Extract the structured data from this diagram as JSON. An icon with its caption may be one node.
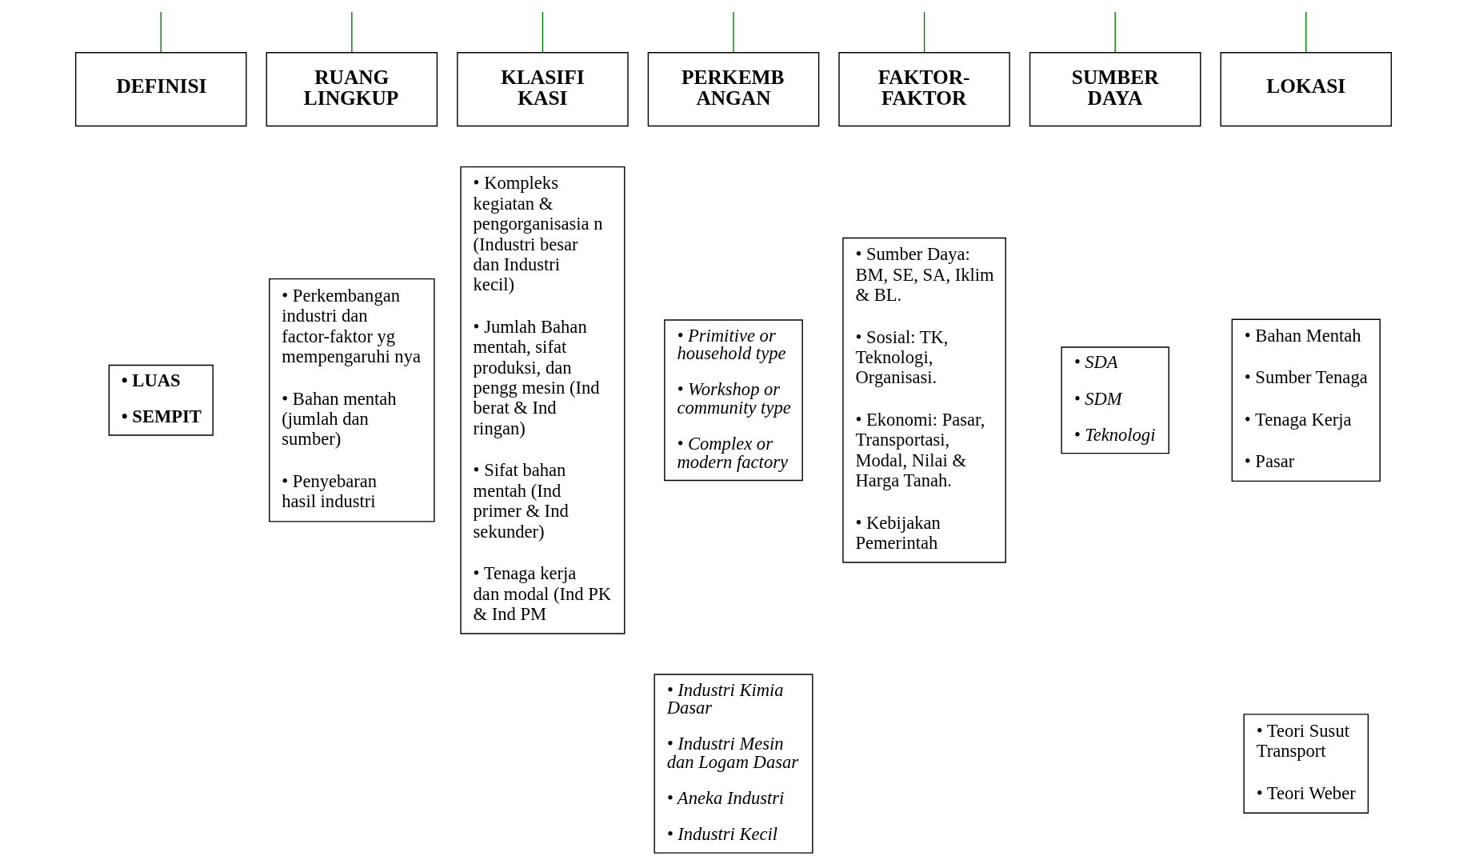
{
  "diagram": {
    "nodes": [
      {
        "text": [
          "DEFINISI"
        ]
      },
      {
        "text": [
          "RUANG LINGKUP"
        ]
      },
      {
        "text": [
          "KLASIFI KASI"
        ]
      },
      {
        "text": [
          "PERKEMB ANGAN"
        ]
      },
      {
        "text": [
          "FAKTOR-FAKTOR"
        ]
      },
      {
        "text": [
          "SUMBER DAYA"
        ]
      },
      {
        "text": [
          "LOKASI"
        ]
      },
      {
        "text": [
          "• LUAS",
          "• SEMPIT"
        ]
      },
      {
        "text": [
          "• Perkembangan industri dan factor-faktor yg mempengaruhi nya",
          "• Bahan mentah (jumlah dan sumber)",
          "• Penyebaran hasil industri"
        ]
      },
      {
        "text": [
          "• Kompleks kegiatan & pengorganisasia n (Industri besar dan Industri kecil)",
          "• Jumlah Bahan mentah, sifat produksi, dan pengg mesin (Ind berat & Ind ringan)",
          "• Sifat bahan mentah (Ind primer & Ind sekunder)",
          "• Tenaga kerja dan modal (Ind PK & Ind PM"
        ]
      },
      {
        "text": [
          "• Primitive or household type",
          "• Workshop or community type",
          "• Complex or modern factory"
        ]
      },
      {
        "text": [
          "• Industri Kimia Dasar",
          "• Industri Mesin dan Logam Dasar",
          "• Aneka Industri",
          "• Industri Kecil"
        ]
      },
      {
        "text": [
          "• Sumber Daya: BM, SE, SA, Iklim & BL.",
          "• Sosial: TK, Teknologi, Organisasi.",
          "• Ekonomi: Pasar, Transportasi, Modal, Nilai & Harga Tanah.",
          "• Kebijakan Pemerintah"
        ]
      },
      {
        "text": [
          "• SDA",
          "• SDM",
          "• Teknologi"
        ]
      },
      {
        "text": [
          "• Bahan Mentah",
          "• Sumber Tenaga",
          "• Tenaga Kerja",
          "• Pasar"
        ]
      },
      {
        "text": [
          "• Teori Susut Transport",
          "• Teori Weber"
        ]
      }
    ],
    "edges": [
      {
        "from": null,
        "to": 0,
        "arrow": "none",
        "color": "#008000"
      },
      {
        "from": null,
        "to": 1,
        "arrow": "none",
        "color": "#008000"
      },
      {
        "from": null,
        "to": 2,
        "arrow": "none",
        "color": "#008000"
      },
      {
        "from": null,
        "to": 3,
        "arrow": "none",
        "color": "#008000"
      },
      {
        "from": null,
        "to": 4,
        "arrow": "none",
        "color": "#008000"
      },
      {
        "from": null,
        "to": 5,
        "arrow": "none",
        "color": "#008000"
      },
      {
        "from": null,
        "to": 6,
        "arrow": "none",
        "color": "#008000"
      }
    ]
  }
}
